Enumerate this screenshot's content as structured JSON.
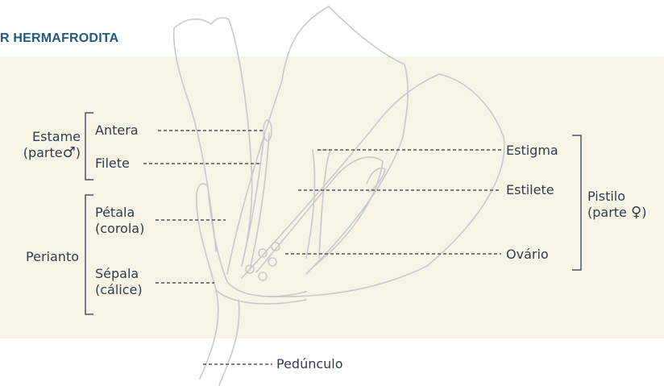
{
  "title": "R HERMAFRODITA",
  "colors": {
    "band": "#f7f4e5",
    "outline": "#c7c9cc",
    "leader": "#4a5468",
    "text": "#2f3c52",
    "title": "#1f5a80"
  },
  "groups": {
    "estame": {
      "name": "Estame",
      "sub": "(parte",
      "sym": "♂",
      "close": ")"
    },
    "perianto": {
      "name": "Perianto"
    },
    "pistilo": {
      "name": "Pistilo",
      "sub": "(parte",
      "sym": "♀",
      "close": ")"
    }
  },
  "labels": {
    "antera": "Antera",
    "filete": "Filete",
    "petala_1": "Pétala",
    "petala_2": "(corola)",
    "sepala_1": "Sépala",
    "sepala_2": "(cálice)",
    "estigma": "Estigma",
    "estilete": "Estilete",
    "ovario": "Ovário",
    "peduncula": "Pedúnculo"
  }
}
